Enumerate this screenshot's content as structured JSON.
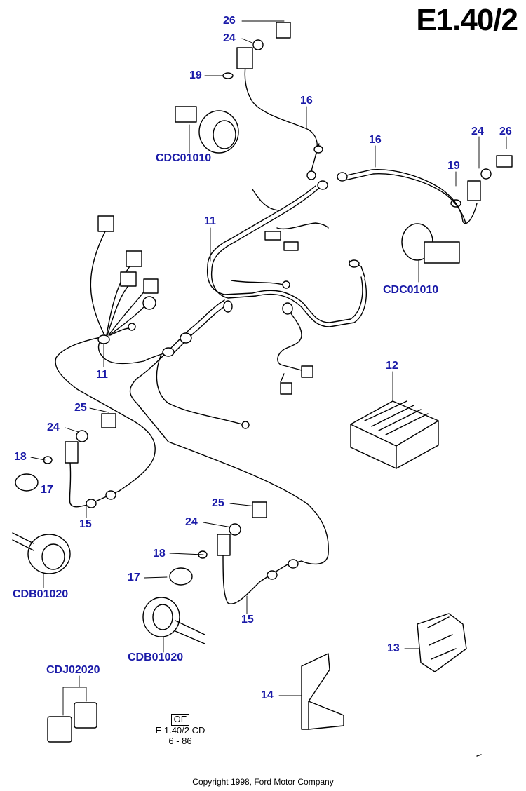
{
  "title": "E1.40/2",
  "copyright": "Copyright 1998, Ford Motor Company",
  "reference": {
    "box": "OE",
    "line1": "E 1.40/2 CD",
    "line2": "6 - 86"
  },
  "callouts": {
    "c26_top": "26",
    "c24_top": "24",
    "c19_top": "19",
    "c16_top": "16",
    "cdc_left": "CDC01010",
    "c16_mid": "16",
    "c24_right": "24",
    "c26_right": "26",
    "c19_right": "19",
    "c11_mid": "11",
    "cdc_right": "CDC01010",
    "c11_left": "11",
    "c12": "12",
    "c25_left": "25",
    "c24_left": "24",
    "c18_left": "18",
    "c17_left": "17",
    "c15_left": "15",
    "cdb_left": "CDB01020",
    "c25_mid": "25",
    "c24_mid": "24",
    "c18_mid": "18",
    "c17_mid": "17",
    "c15_mid": "15",
    "cdb_mid": "CDB01020",
    "c13": "13",
    "c14": "14",
    "cdj": "CDJ02020"
  },
  "colors": {
    "callout": "#1a1aa8",
    "line": "#000000"
  }
}
